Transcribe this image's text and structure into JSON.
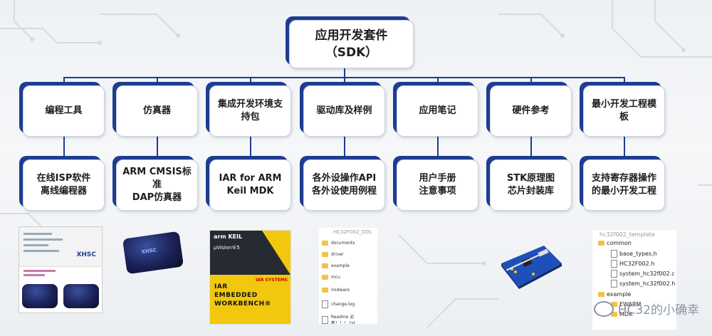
{
  "root": {
    "line1": "应用开发套件",
    "line2": "（SDK）"
  },
  "categories": [
    {
      "label": "编程工具",
      "sub": "在线ISP软件\n离线编程器"
    },
    {
      "label": "仿真器",
      "sub": "ARM CMSIS标准\nDAP仿真器"
    },
    {
      "label": "集成开发环境支\n持包",
      "sub": "IAR for ARM\nKeil MDK"
    },
    {
      "label": "驱动库及样例",
      "sub": "各外设操作API\n各外设使用例程"
    },
    {
      "label": "应用笔记",
      "sub": "用户手册\n注意事项"
    },
    {
      "label": "硬件参考",
      "sub": "STK原理图\n芯片封装库"
    },
    {
      "label": "最小开发工程模\n板",
      "sub": "支持寄存器操作\n的最小开发工程"
    }
  ],
  "thumbnails": {
    "isp_logo": "XHSC",
    "probe_logo": "XHSC",
    "keil_brand": "arm KEIL",
    "keil_product": "µVision®5",
    "iar_line1": "IAR",
    "iar_line2": "EMBEDDED",
    "iar_line3": "WORKBENCH®",
    "iar_logo": "IAR SYSTEMS",
    "files_title": "HC32F002_DDL",
    "files": [
      {
        "name": "documents",
        "type": "folder"
      },
      {
        "name": "driver",
        "type": "folder"
      },
      {
        "name": "example",
        "type": "folder"
      },
      {
        "name": "mcu",
        "type": "folder"
      },
      {
        "name": "midware",
        "type": "folder"
      },
      {
        "name": "change.log",
        "type": "file"
      },
      {
        "name": "Readme 必看！！！.txt",
        "type": "file"
      }
    ],
    "tree_title": "hc32f002_template",
    "tree": [
      {
        "name": "common",
        "type": "folder",
        "indent": 0
      },
      {
        "name": "base_types.h",
        "type": "file",
        "indent": 1
      },
      {
        "name": "HC32F002.h",
        "type": "file",
        "indent": 1
      },
      {
        "name": "system_hc32f002.c",
        "type": "file",
        "indent": 1
      },
      {
        "name": "system_hc32f002.h",
        "type": "file",
        "indent": 1
      },
      {
        "name": "example",
        "type": "folder",
        "indent": 0
      },
      {
        "name": "EWARM",
        "type": "folder",
        "indent": 1
      },
      {
        "name": "MDK",
        "type": "folder",
        "indent": 1
      }
    ]
  },
  "watermark": "HC32的小确幸",
  "colors": {
    "accent": "#1e3d91",
    "box_bg": "#ffffff"
  }
}
